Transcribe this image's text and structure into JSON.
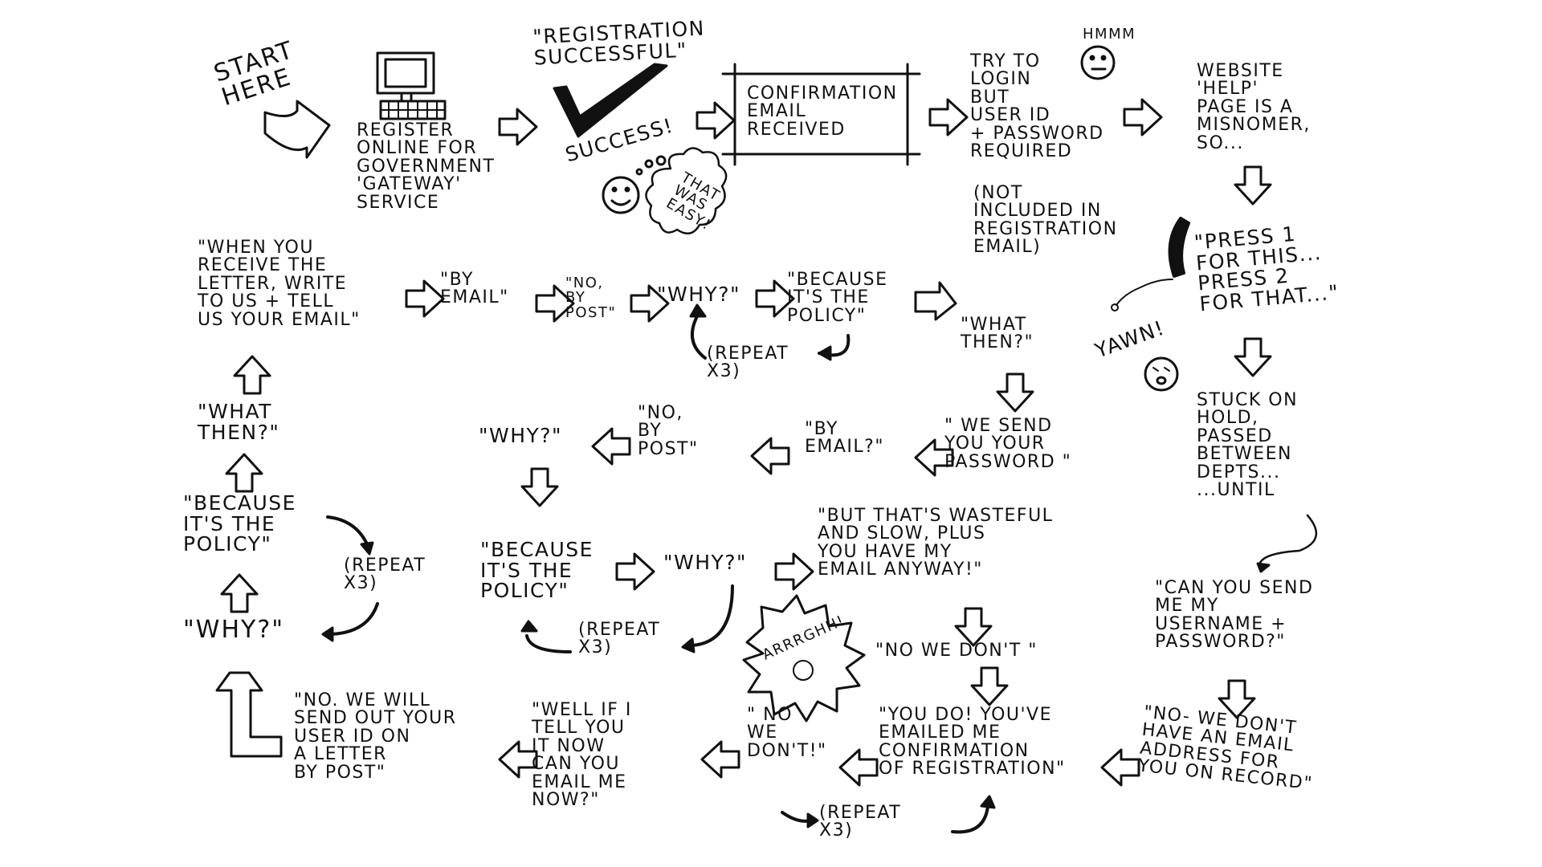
{
  "start": "START\nHERE",
  "register": "REGISTER\nONLINE FOR\nGOVERNMENT\n'GATEWAY'\nSERVICE",
  "registration_successful": "\"REGISTRATION\nSUCCESSFUL\"",
  "success": "SUCCESS!",
  "that_was_easy": "THAT\nWAS\nEASY!",
  "confirmation_box": "CONFIRMATION\nEMAIL\nRECEIVED",
  "hmmm": "HMMM",
  "try_login": "TRY TO\nLOGIN\nBUT\nUSER ID\n+ PASSWORD\nREQUIRED",
  "not_included": "(NOT\nINCLUDED IN\nREGISTRATION\nEMAIL)",
  "website_help": "WEBSITE\n'HELP'\nPAGE IS A\nMISNOMER,\nSO...",
  "press_1": "\"PRESS 1\nFOR THIS...\nPRESS 2\nFOR THAT...\"",
  "yawn": "YAWN!",
  "stuck_on_hold": "STUCK ON\nHOLD,\nPASSED\nBETWEEN\nDEPTS...\n...UNTIL",
  "send_username": "\"CAN YOU SEND\nME MY\nUSERNAME +\nPASSWORD?\"",
  "no_email_on_record": "\"NO- WE DON'T\nHAVE AN EMAIL\nADDRESS FOR\nYOU ON RECORD\"",
  "you_do": "\"YOU DO! YOU'VE\nEMAILED ME\nCONFIRMATION\nOF REGISTRATION\"",
  "repeat_bottom": "(REPEAT\nX3)",
  "no_we_dont_left": "\" NO\nWE\nDON'T!\"",
  "no_we_dont_mid": "\"NO WE DON'T \"",
  "arrrghhh": "ARRRGHH!",
  "but_wasteful": "\"BUT THAT'S WASTEFUL\nAND SLOW, PLUS\nYOU HAVE MY\nEMAIL ANYWAY!\"",
  "well_if_i_tell": "\"WELL IF I\nTELL YOU\nIT NOW\nCAN YOU\nEMAIL ME\nNOW?\"",
  "no_we_will_send": "\"NO. WE WILL\nSEND OUT YOUR\nUSER ID ON\nA LETTER\nBY POST\"",
  "why_bottom_left": "\"WHY?\"",
  "repeat_left": "(REPEAT\nX3)",
  "because_left": "\"BECAUSE\nIT'S THE\nPOLICY\"",
  "what_then_left": "\"WHAT\nTHEN?\"",
  "when_you_receive": "\"WHEN YOU\nRECEIVE THE\nLETTER, WRITE\nTO US + TELL\nUS YOUR EMAIL\"",
  "by_email_top": "\"BY\nEMAIL\"",
  "no_by_post_top": "\"NO,\nBY\nPOST\"",
  "why_top": "\"WHY?\"",
  "repeat_top": "(REPEAT\nX3)",
  "because_top": "\"BECAUSE\nIT'S THE\nPOLICY\"",
  "what_then_right": "\"WHAT\nTHEN?\"",
  "we_send_password": "\" WE SEND\nYOU YOUR\nPASSWORD \"",
  "by_email_mid": "\"BY\nEMAIL?\"",
  "no_by_post_mid": "\"NO,\nBY\nPOST\"",
  "why_mid": "\"WHY?\"",
  "because_mid": "\"BECAUSE\nIT'S THE\nPOLICY\"",
  "why_mid2": "\"WHY?\"",
  "repeat_mid": "(REPEAT\nX3)"
}
